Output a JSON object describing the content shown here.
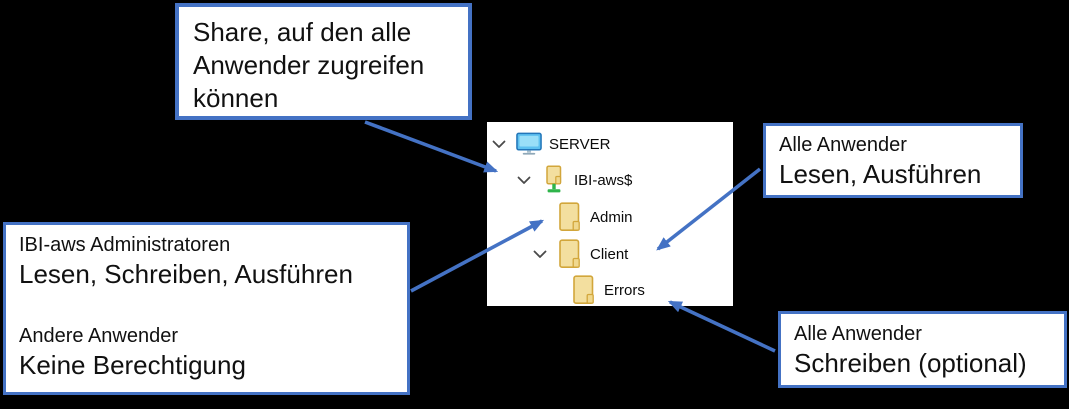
{
  "callouts": {
    "share": {
      "text": "Share, auf den alle Anwender zugreifen können"
    },
    "admin_box": {
      "group1_label": "IBI-aws Administratoren",
      "group1_permission": "Lesen, Schreiben, Ausführen",
      "group2_label": "Andere Anwender",
      "group2_permission": "Keine Berechtigung"
    },
    "client_box": {
      "label": "Alle Anwender",
      "permission": "Lesen, Ausführen"
    },
    "errors_box": {
      "label": "Alle Anwender",
      "permission": "Schreiben (optional)"
    }
  },
  "tree": {
    "items": [
      {
        "label": "SERVER",
        "icon": "computer-icon",
        "expanded": true,
        "level": 0
      },
      {
        "label": "IBI-aws$",
        "icon": "shared-folder-icon",
        "expanded": true,
        "level": 1
      },
      {
        "label": "Admin",
        "icon": "folder-icon",
        "expanded": false,
        "level": 2
      },
      {
        "label": "Client",
        "icon": "folder-icon",
        "expanded": true,
        "level": 2
      },
      {
        "label": "Errors",
        "icon": "folder-icon",
        "expanded": false,
        "level": 3
      }
    ]
  },
  "icons": {
    "chevron-down-icon": "expanded-node chevron (v shape)",
    "computer-icon": "blue monitor with stand",
    "shared-folder-icon": "upright yellow folder on green share stand",
    "folder-icon": "yellow portrait folder",
    "arrow": "blue annotation arrow with triangular head"
  },
  "colors": {
    "background": "#000000",
    "accent_blue": "#4472C4",
    "box_background": "#FFFFFF",
    "folder_fill": "#F3DF9F",
    "folder_border": "#D2A63B",
    "monitor_fill": "#5EC1F0",
    "monitor_inner": "#9ADFF8",
    "monitor_border": "#2276B9",
    "share_green": "#2EB44A",
    "chevron_gray": "#4A4A4A",
    "text_black": "#0B0B0B"
  }
}
